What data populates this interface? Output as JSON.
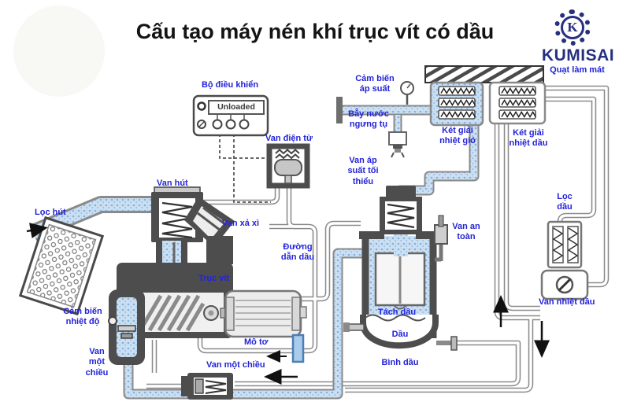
{
  "title": "Cấu tạo máy nén khí trục vít có dầu",
  "logo": {
    "brand": "KUMISAI",
    "monogram": "K"
  },
  "controller": {
    "label": "Bộ điều khiển",
    "display_status": "Unloaded"
  },
  "labels": {
    "cooling_fan": "Quạt làm mát",
    "pressure_sensor": "Cảm biến\náp suất",
    "condensate_trap": "Bẫy nước\nngưng tụ",
    "air_cooler": "Két giải\nnhiệt gió",
    "oil_cooler": "Két giải\nnhiệt dầu",
    "solenoid_valve": "Van điện từ",
    "intake_valve": "Van hút",
    "blowoff_valve": "Van xả xì",
    "intake_filter": "Lọc hút",
    "temp_sensor": "Cảm biến\nnhiệt độ",
    "check_valve_left": "Van\nmột\nchiều",
    "screw": "Trục vít",
    "motor": "Mô tơ",
    "check_valve_bottom": "Van một chiều",
    "oil_line": "Đường\ndẫn dầu",
    "min_pressure_valve": "Van áp\nsuất tối\nthiểu",
    "safety_valve": "Van an\ntoàn",
    "separator": "Tách dầu",
    "oil": "Dầu",
    "oil_tank": "Bình dầu",
    "oil_filter": "Lọc\ndầu",
    "oil_thermal_valve": "Van nhiệt dầu"
  },
  "colors": {
    "label_blue": "#2323d9",
    "brand_navy": "#26307d",
    "component_gray": "#4d4d4d",
    "air_fill": "#cde0f2",
    "title_black": "#141414"
  }
}
